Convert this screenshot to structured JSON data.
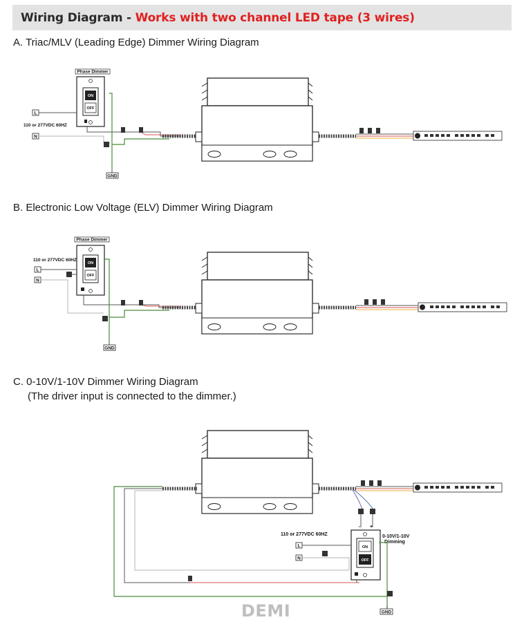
{
  "header": {
    "title": "Wiring Diagram",
    "separator": " - ",
    "subtitle": "Works with two channel LED tape (3 wires)"
  },
  "sections": {
    "a": {
      "title": "A. Triac/MLV (Leading Edge) Dimmer Wiring Diagram"
    },
    "b": {
      "title": "B. Electronic Low Voltage (ELV) Dimmer Wiring Diagram"
    },
    "c": {
      "title": "C. 0-10V/1-10V Dimmer Wiring Diagram",
      "note": "(The driver input is connected to the dimmer.)"
    }
  },
  "labels": {
    "phase_dimmer": "Phase Dimmer",
    "voltage": "110 or 277VDC 60HZ",
    "line": "L",
    "neutral": "N",
    "ground": "GND",
    "on": "ON",
    "off": "OFF",
    "dim_0_10v_line1": "0-10V/1-10V",
    "dim_0_10v_line2": "Dimming",
    "minus": "-",
    "plus": "+"
  },
  "colors": {
    "header_bg": "#e3e3e3",
    "header_accent": "#e02020",
    "wire_black": "#555555",
    "wire_red": "#d9534f",
    "wire_green": "#4a8a3a",
    "wire_gray": "#b5b5b5",
    "wire_yellow": "#e3b23c",
    "wire_purple": "#7a5fa8",
    "wire_blue": "#4a6fb5"
  },
  "watermark": "DEMI"
}
